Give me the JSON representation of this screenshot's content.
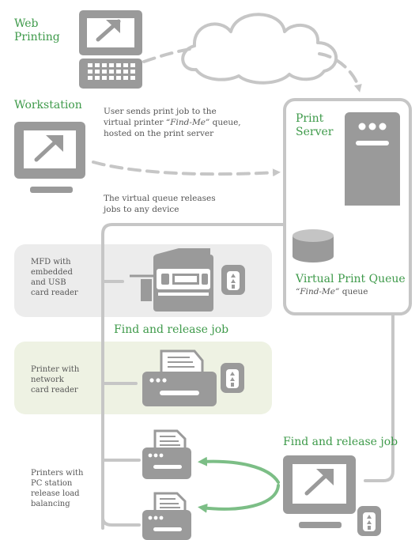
{
  "labels": {
    "web_printing": "Web\nPrinting",
    "workstation": "Workstation",
    "user_sends_a": "User sends print job to the",
    "user_sends_b": "virtual printer ",
    "user_sends_c": "“Find-Me”",
    "user_sends_d": " queue,",
    "user_sends_e": "hosted on the print server",
    "virtual_releases": "The virtual queue releases\njobs to any device",
    "print_server": "Print\nServer",
    "virtual_print_queue": "Virtual Print Queue",
    "find_me_queue_a": "“Find-Me”",
    "find_me_queue_b": " queue",
    "mfd": "MFD with\nembedded\nand USB\ncard reader",
    "find_release_1": "Find and release job",
    "printer_network": "Printer with\nnetwork\ncard reader",
    "find_release_2": "Find and release job",
    "printers_pc": "Printers with\nPC station\nrelease load\nbalancing"
  },
  "colors": {
    "green_text": "#3e9a4a",
    "gray_text": "#555555",
    "icon_gray": "#9a9a9a",
    "line_gray": "#c6c6c6",
    "mfd_panel": "#ececec",
    "printer_panel": "#eef2e3",
    "green_arrow": "#7cbe86"
  },
  "icons": [
    "computer-icon",
    "keyboard-icon",
    "cloud-icon",
    "server-icon",
    "database-icon",
    "mfd-icon",
    "printer-icon",
    "card-reader-icon",
    "cursor-arrow-icon"
  ]
}
